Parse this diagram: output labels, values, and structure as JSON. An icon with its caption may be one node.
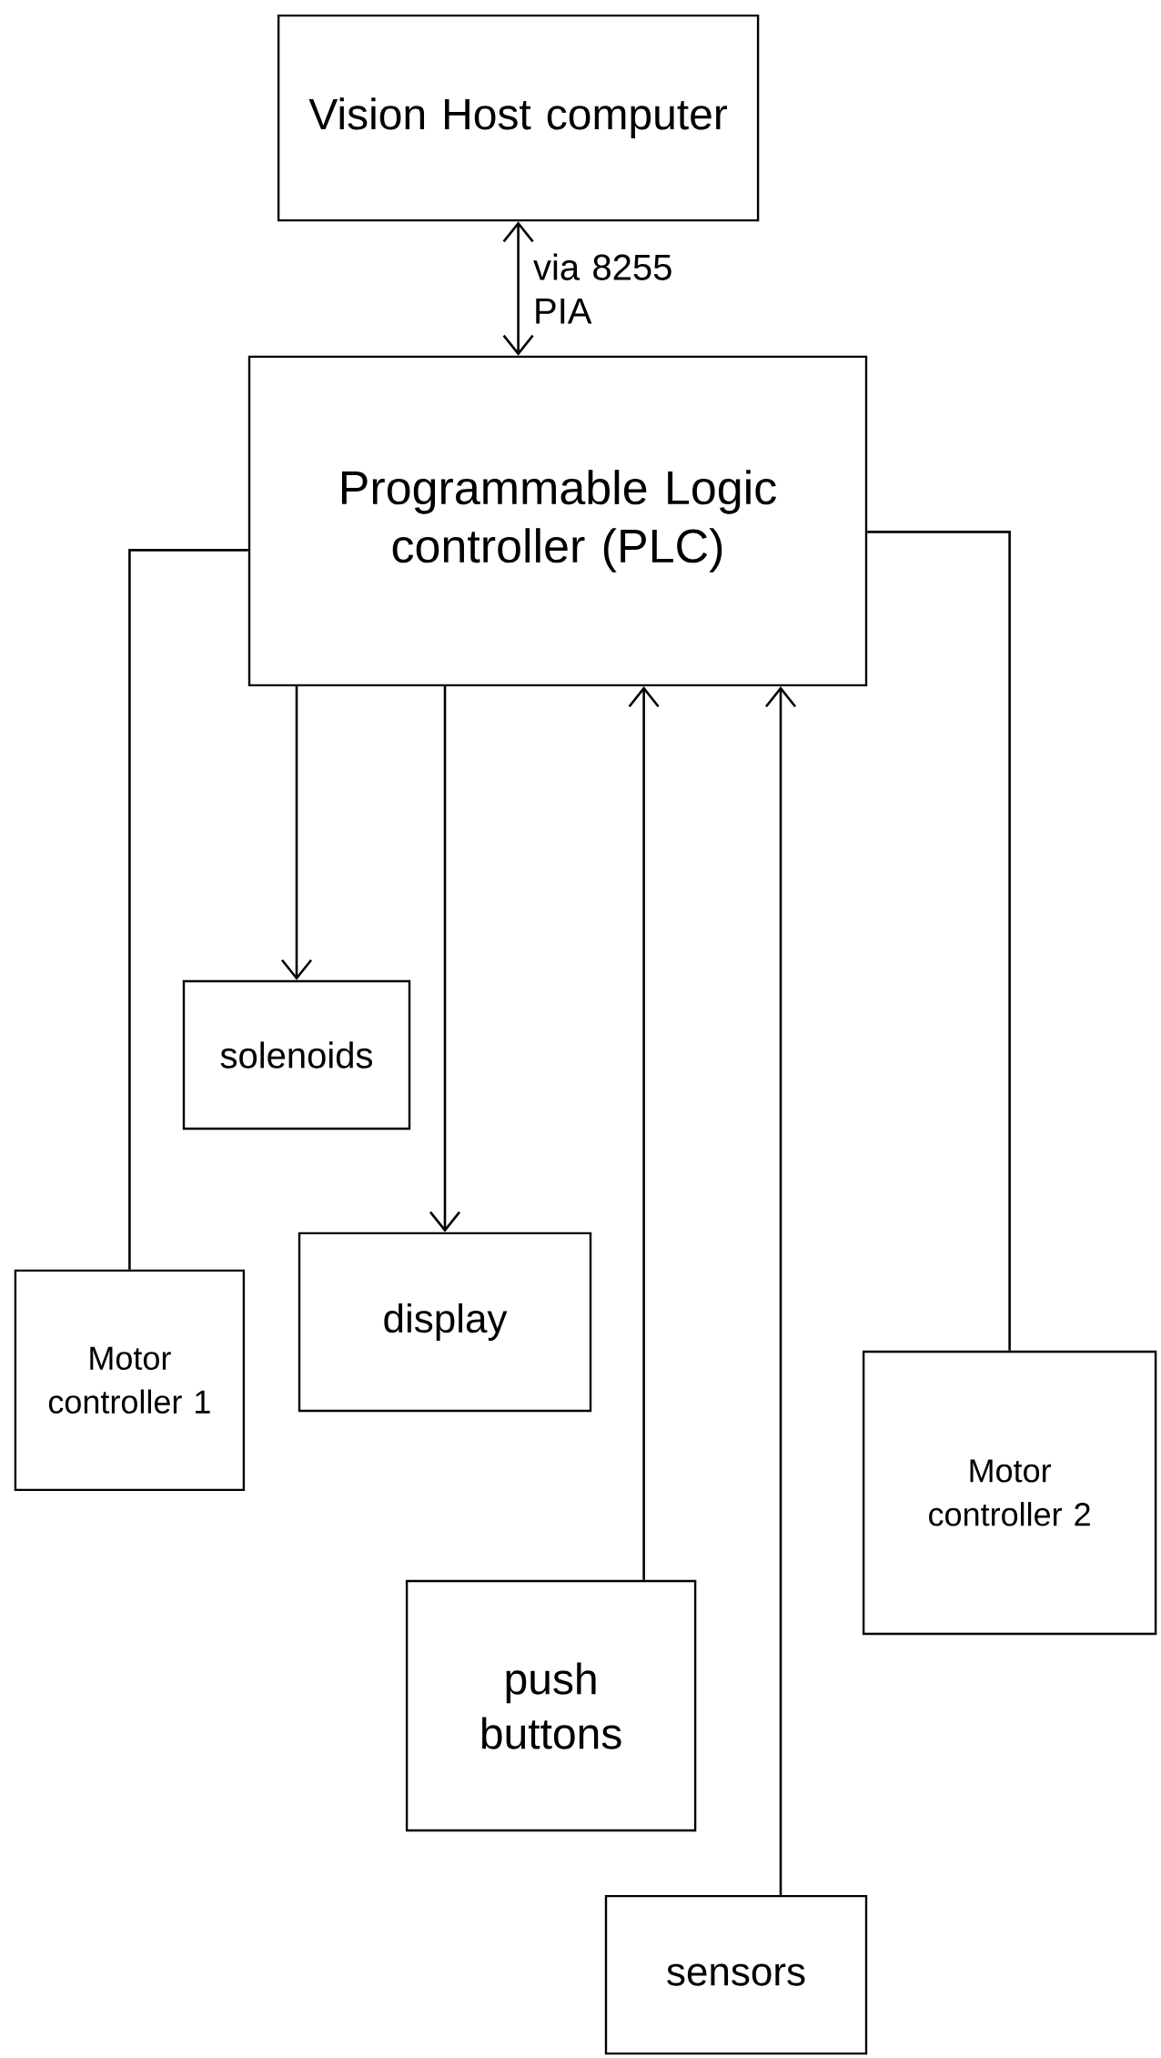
{
  "diagram": {
    "nodes": [
      {
        "text": [
          "Vision Host computer"
        ]
      },
      {
        "text": [
          "Programmable Logic controller (PLC)"
        ]
      },
      {
        "text": [
          "solenoids"
        ]
      },
      {
        "text": [
          "display"
        ]
      },
      {
        "text": [
          "Motor controller 1"
        ]
      },
      {
        "text": [
          "Motor controller 2"
        ]
      },
      {
        "text": [
          "push buttons"
        ]
      },
      {
        "text": [
          "sensors"
        ]
      }
    ],
    "edges": [
      {
        "from": 0,
        "to": 1,
        "arrow": "both",
        "label": "via 8255 PIA"
      },
      {
        "from": 1,
        "to": 2,
        "arrow": "to"
      },
      {
        "from": 1,
        "to": 3,
        "arrow": "to"
      },
      {
        "from": 1,
        "to": 4,
        "arrow": "none"
      },
      {
        "from": 1,
        "to": 5,
        "arrow": "none"
      },
      {
        "from": 6,
        "to": 1,
        "arrow": "to"
      },
      {
        "from": 7,
        "to": 1,
        "arrow": "to"
      }
    ]
  }
}
